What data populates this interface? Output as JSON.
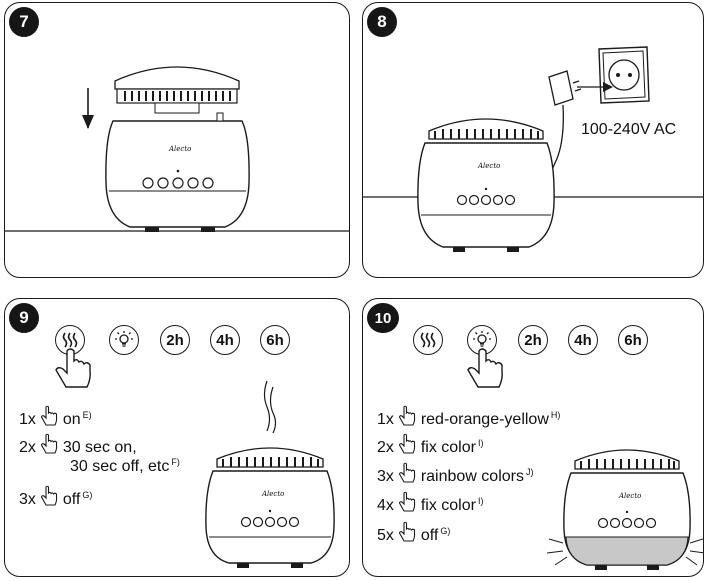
{
  "panels": [
    {
      "step": "7"
    },
    {
      "step": "8",
      "voltage": "100-240V AC"
    },
    {
      "step": "9",
      "buttons": [
        "mist",
        "light",
        "2h",
        "4h",
        "6h"
      ],
      "instructions": [
        {
          "count": "1x",
          "text": "on",
          "ref": "E)"
        },
        {
          "count": "2x",
          "text": "30 sec on,",
          "ref": ""
        },
        {
          "count": "",
          "text": "30 sec off, etc",
          "ref": "F)"
        },
        {
          "count": "3x",
          "text": "off",
          "ref": "G)"
        }
      ]
    },
    {
      "step": "10",
      "buttons": [
        "mist",
        "light",
        "2h",
        "4h",
        "6h"
      ],
      "instructions": [
        {
          "count": "1x",
          "text": "red-orange-yellow",
          "ref": "H)"
        },
        {
          "count": "2x",
          "text": "fix color",
          "ref": "I)"
        },
        {
          "count": "3x",
          "text": "rainbow colors",
          "ref": "J)"
        },
        {
          "count": "4x",
          "text": "fix color",
          "ref": "I)"
        },
        {
          "count": "5x",
          "text": "off",
          "ref": "G)"
        }
      ]
    }
  ],
  "brand": "Alecto",
  "button_labels": {
    "t2": "2h",
    "t4": "4h",
    "t6": "6h"
  },
  "colors": {
    "line": "#1a1a1a",
    "led_glow": "#c8c8c8"
  }
}
